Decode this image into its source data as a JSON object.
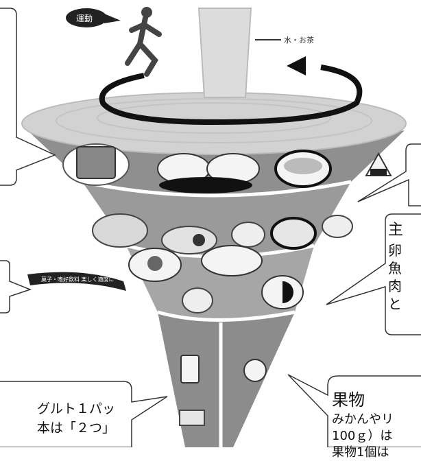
{
  "top": {
    "exercise_label": "運動",
    "water_label": "水・お茶"
  },
  "ribbon": {
    "text": "菓子・嗜好飲料 楽しく適度に"
  },
  "callouts": {
    "right": {
      "title": "主",
      "lines": [
        "卵",
        "魚",
        "肉",
        "と"
      ]
    },
    "fruit": {
      "title": "果物",
      "lines": [
        "みかんやリ",
        "100ｇ）は",
        "果物1個は"
      ]
    },
    "dairy": {
      "lines": [
        "グルト１パッ",
        "本は「２つ」"
      ]
    }
  },
  "colors": {
    "top_ellipse": "#d0d0d0",
    "grain_band": "#8f8f8f",
    "veg_band": "#9a9a9a",
    "main_band": "#a6a6a6",
    "bottom_band": "#8c8c8c",
    "outline": "#444444"
  }
}
